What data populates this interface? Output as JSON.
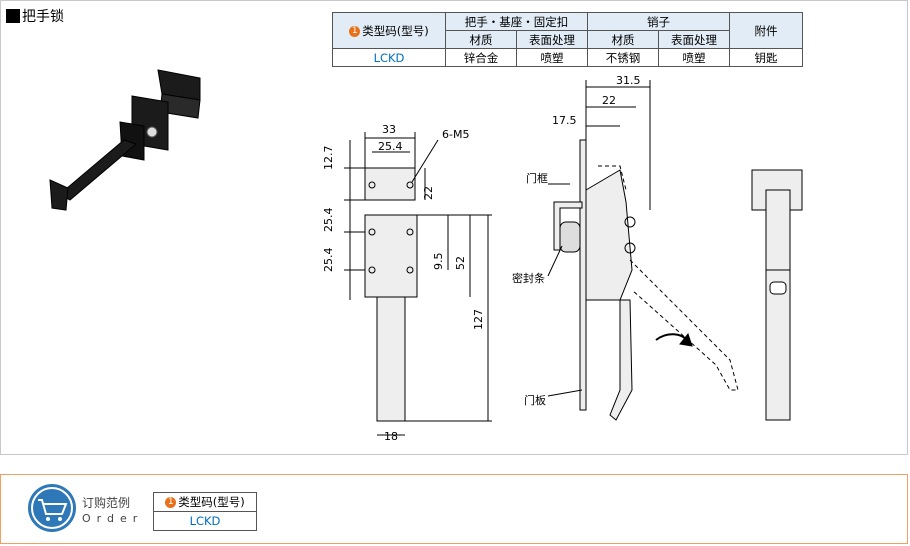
{
  "title": "把手锁",
  "table": {
    "h_type": "类型码(型号)",
    "h_handle": "把手・基座・固定扣",
    "h_pin": "销子",
    "h_accessory": "附件",
    "h_material": "材质",
    "h_finish": "表面处理",
    "row": {
      "code": "LCKD",
      "handle_material": "锌合金",
      "handle_finish": "喷塑",
      "pin_material": "不锈钢",
      "pin_finish": "喷塑",
      "accessory": "钥匙"
    },
    "badge": "1"
  },
  "drawing": {
    "d33": "33",
    "d25_4": "25.4",
    "d6m5": "6-M5",
    "d12_7": "12.7",
    "d22": "22",
    "d25_4_v1": "25.4",
    "d25_4_v2": "25.4",
    "d9_5": "9.5",
    "d52": "52",
    "d127": "127",
    "d18": "18",
    "d31_5": "31.5",
    "d22_top": "22",
    "d17_5": "17.5",
    "label_frame": "门框",
    "label_seal": "密封条",
    "label_panel": "门板"
  },
  "order": {
    "label": "订购范例",
    "label_en": "Order",
    "h_type": "类型码(型号)",
    "code": "LCKD",
    "badge": "1"
  }
}
